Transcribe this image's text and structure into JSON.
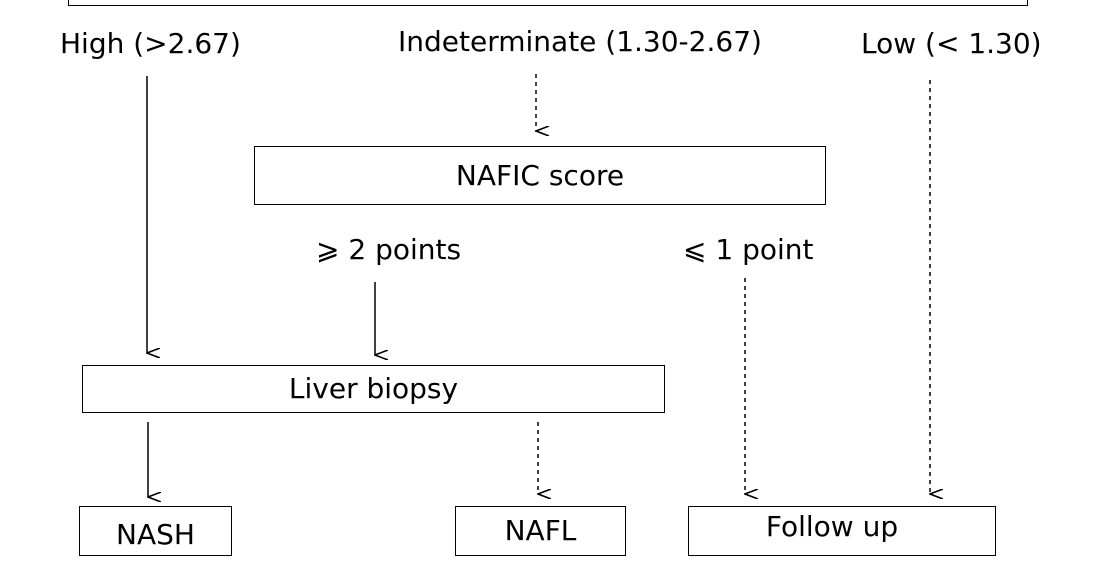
{
  "top_box": {
    "text": ""
  },
  "categories": {
    "high": "High (>2.67)",
    "indeterminate": "Indeterminate (1.30-2.67)",
    "low": "Low (< 1.30)"
  },
  "nafic_box": {
    "text": "NAFIC score"
  },
  "branches": {
    "ge2": "⩾ 2 points",
    "le1": "⩽ 1 point"
  },
  "biopsy_box": {
    "text": "Liver biopsy"
  },
  "outcomes": {
    "nash": "NASH",
    "nafl": "NAFL",
    "follow_up": "Follow up"
  },
  "colors": {
    "line": "#000000",
    "background": "#ffffff"
  }
}
